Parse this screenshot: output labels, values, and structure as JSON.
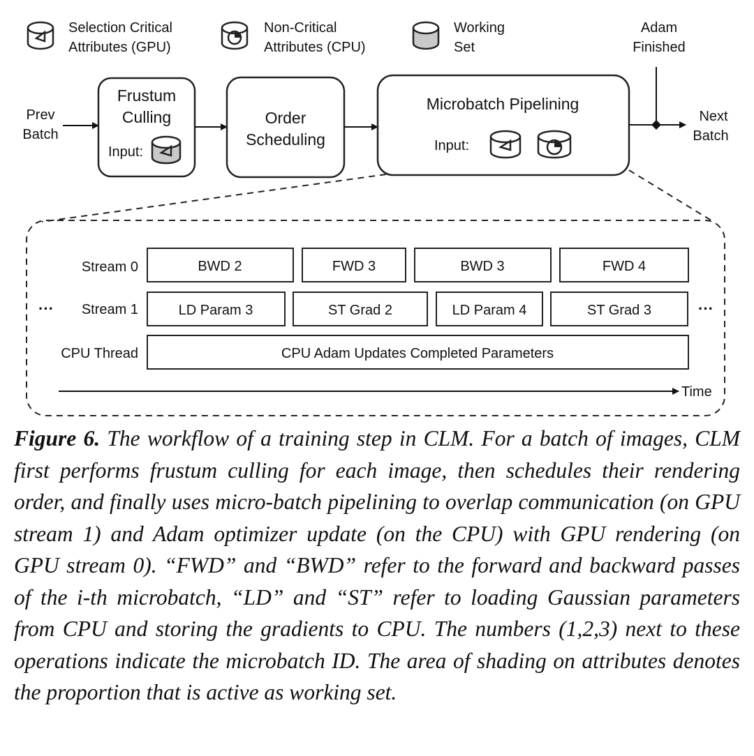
{
  "legend": {
    "selection_critical": {
      "line1": "Selection Critical",
      "line2": "Attributes (GPU)",
      "icon": "gpu-attribute-cylinder-icon"
    },
    "non_critical": {
      "line1": "Non-Critical",
      "line2": "Attributes (CPU)",
      "icon": "cpu-attribute-cylinder-icon"
    },
    "working_set": {
      "line1": "Working",
      "line2": "Set",
      "icon": "working-set-cylinder-icon"
    }
  },
  "flow": {
    "prev_batch": {
      "line1": "Prev",
      "line2": "Batch"
    },
    "frustum_culling": {
      "line1": "Frustum",
      "line2": "Culling",
      "input_label": "Input:"
    },
    "order_scheduling": {
      "line1": "Order",
      "line2": "Scheduling"
    },
    "microbatch_pipelining": {
      "title": "Microbatch Pipelining",
      "input_label": "Input:"
    },
    "next_batch": {
      "line1": "Next",
      "line2": "Batch"
    },
    "adam_finished": {
      "line1": "Adam",
      "line2": "Finished"
    }
  },
  "timeline": {
    "lanes": [
      {
        "label": "Stream 0",
        "blocks": [
          "BWD 2",
          "FWD 3",
          "BWD 3",
          "FWD 4"
        ]
      },
      {
        "label": "Stream 1",
        "blocks": [
          "LD Param 3",
          "ST Grad 2",
          "LD Param 4",
          "ST Grad 3"
        ]
      },
      {
        "label": "CPU Thread",
        "blocks": [
          "CPU Adam Updates Completed Parameters"
        ]
      }
    ],
    "ellipsis_left": "···",
    "ellipsis_right": "···",
    "time_label": "Time"
  },
  "caption": {
    "label": "Figure 6.",
    "text": "The workflow of a training step in CLM. For a batch of images, CLM first performs frustum culling for each image, then schedules their rendering order, and finally uses micro-batch pipelining to overlap communication (on GPU stream 1) and Adam optimizer update (on the CPU) with GPU rendering (on GPU stream 0). “FWD” and “BWD” refer to the forward and backward passes of the i-th microbatch, “LD” and “ST” refer to loading Gaussian parameters from CPU and storing the gradients to CPU. The numbers (1,2,3) next to these operations indicate the microbatch ID. The area of shading on attributes denotes the proportion that is active as working set."
  },
  "colors": {
    "ink": "#111111",
    "shade": "#c9c9c9"
  }
}
